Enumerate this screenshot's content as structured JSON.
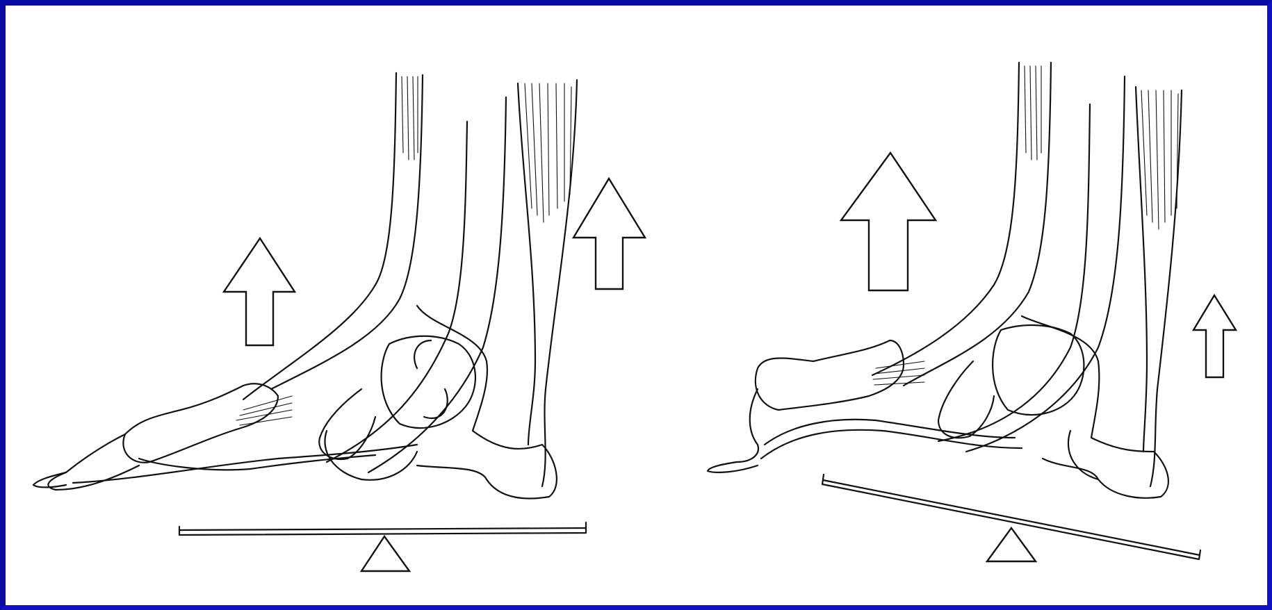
{
  "figure": {
    "panels": [
      {
        "id": "left",
        "description": "foot-drawing",
        "balance": "level",
        "arrows": [
          "large-up-arrow",
          "large-up-arrow"
        ]
      },
      {
        "id": "right",
        "description": "foot-drawing",
        "balance": "tilted",
        "arrows": [
          "large-up-arrow",
          "small-up-arrow"
        ]
      }
    ],
    "colors": {
      "border": "#1010b0",
      "background": "#ffffff",
      "ink": "#111111"
    }
  }
}
